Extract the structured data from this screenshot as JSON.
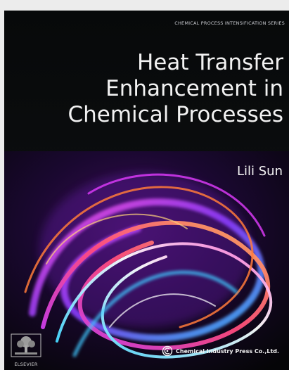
{
  "cover": {
    "series": "CHEMICAL PROCESS INTENSIFICATION SERIES",
    "title_lines": [
      "Heat Transfer",
      "Enhancement in",
      "Chemical Processes"
    ],
    "author": "Lili Sun",
    "publisher": "ELSEVIER",
    "copublisher": "Chemical Industry Press Co.,Ltd."
  },
  "icons": {
    "publisher_logo": "elsevier-tree-logo",
    "copublisher_logo": "cip-circle-logo"
  },
  "colors": {
    "background": "#050507",
    "title_text": "#f2f2f2",
    "accent_magenta": "#e23cff",
    "accent_cyan": "#41c8ff",
    "accent_orange": "#ff7a3a"
  }
}
